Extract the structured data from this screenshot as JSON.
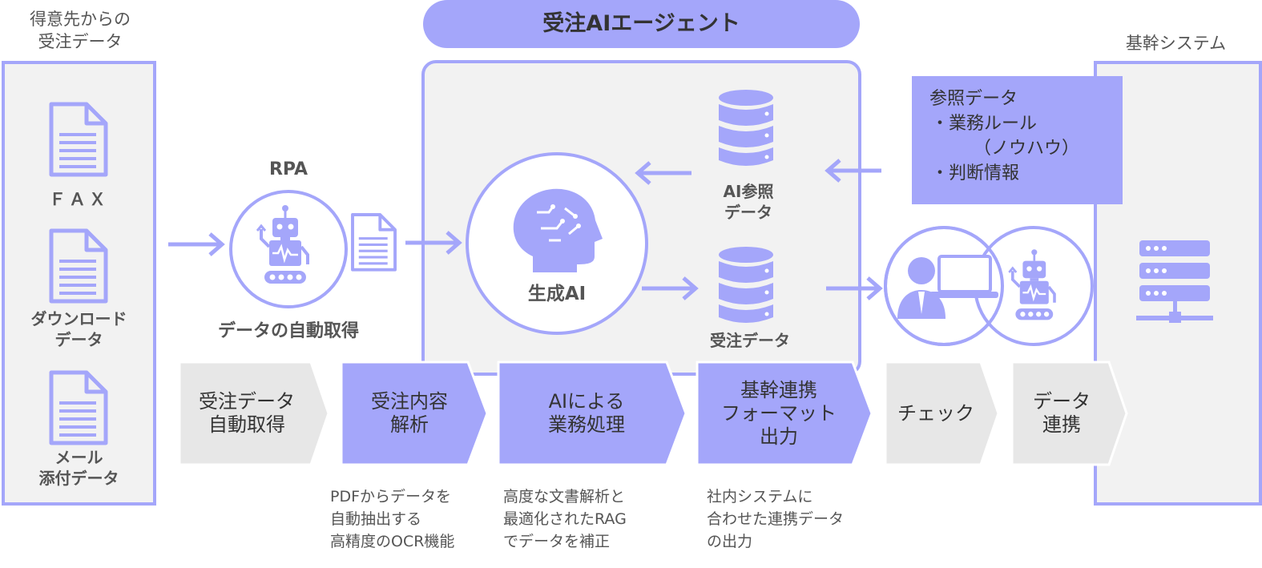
{
  "source": {
    "title": "得意先からの\n受注データ",
    "items": [
      "ＦＡＸ",
      "ダウンロード\nデータ",
      "メール\n添付データ"
    ]
  },
  "rpa": {
    "title": "RPA",
    "caption": "データの自動取得"
  },
  "agent": {
    "title": "受注AIエージェント",
    "brain_label": "生成AI",
    "db_ref_label": "AI参照\nデータ",
    "db_order_label": "受注データ"
  },
  "core_system": {
    "title": "基幹システム",
    "ref_box": {
      "title": "参照データ",
      "lines": [
        "・業務ルール",
        "（ノウハウ）",
        "・判断情報"
      ]
    }
  },
  "steps": [
    {
      "label": "受注データ\n自動取得",
      "highlight": false
    },
    {
      "label": "受注内容\n解析",
      "highlight": true,
      "note": "PDFからデータを\n自動抽出する\n高精度のOCR機能"
    },
    {
      "label": "AIによる\n業務処理",
      "highlight": true,
      "note": "高度な文書解析と\n最適化されたRAG\nでデータを補正"
    },
    {
      "label": "基幹連携\nフォーマット\n出力",
      "highlight": true,
      "note": "社内システムに\n合わせた連携データ\nの出力"
    },
    {
      "label": "チェック",
      "highlight": false
    },
    {
      "label": "データ\n連携",
      "highlight": false
    }
  ],
  "colors": {
    "accent": "#a4a6fa",
    "accent_light": "#b3b5fb",
    "panel_bg": "#f2f2f2",
    "chevron_gray": "#e7e7e7",
    "text": "#333333"
  },
  "icons": [
    "document-icon",
    "robot-icon",
    "brain-icon",
    "database-icon",
    "person-laptop-icon",
    "server-icon",
    "arrow-icon"
  ]
}
